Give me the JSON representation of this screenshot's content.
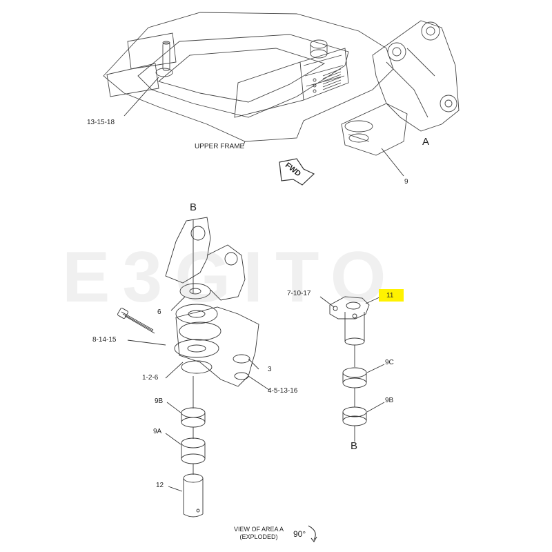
{
  "watermark": "E3GITO",
  "labels": {
    "upper_frame": "UPPER FRAME",
    "fwd": "FWD",
    "area_a": "A",
    "c13_15_18": "13-15-18",
    "c9": "9",
    "b_top": "B",
    "b_bottom": "B",
    "c6": "6",
    "c8_14_15": "8-14-15",
    "c1_2_6": "1-2-6",
    "c3": "3",
    "c4_5_13_16": "4-5-13-16",
    "c9B_left": "9B",
    "c9A": "9A",
    "c12": "12",
    "c7_10_17": "7-10-17",
    "c11": "11",
    "c9C": "9C",
    "c9B_right": "9B"
  },
  "view_caption": {
    "line1": "VIEW OF AREA A",
    "line2": "(EXPLODED)"
  },
  "rotation": "90°",
  "highlight_color": "#fff200"
}
